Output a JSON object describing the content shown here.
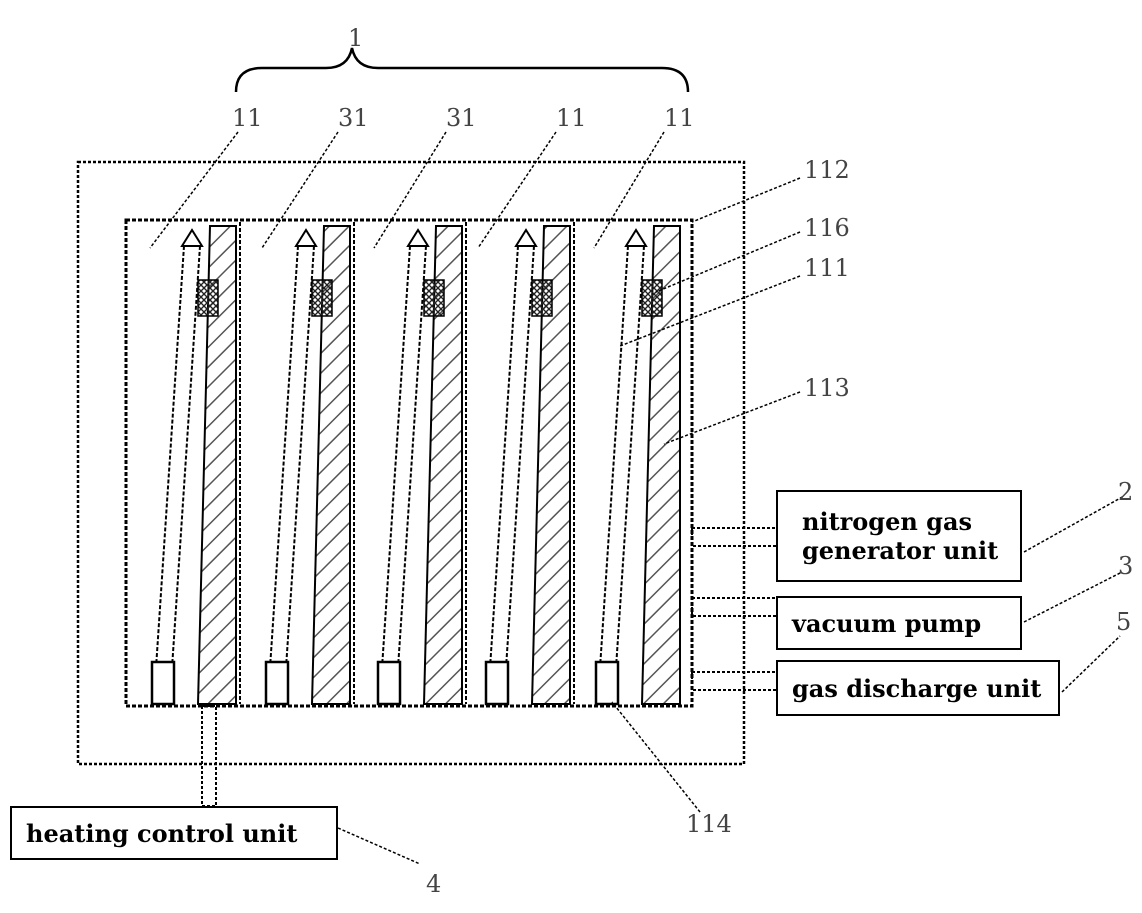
{
  "group_label": "1",
  "top_refs": [
    "11",
    "31",
    "31",
    "11",
    "11"
  ],
  "right_refs": {
    "r112": "112",
    "r116": "116",
    "r111": "111",
    "r113": "113",
    "r114": "114"
  },
  "units": {
    "nitrogen": {
      "line1": "nitrogen gas",
      "line2": "generator unit",
      "ref": "2"
    },
    "vacuum": {
      "label": "vacuum pump",
      "ref": "3"
    },
    "discharge": {
      "label": "gas discharge unit",
      "ref": "5"
    },
    "heating": {
      "label": "heating control unit",
      "ref": "4"
    }
  },
  "colors": {
    "line": "#000000",
    "hatch": "#555555",
    "background": "#ffffff"
  }
}
